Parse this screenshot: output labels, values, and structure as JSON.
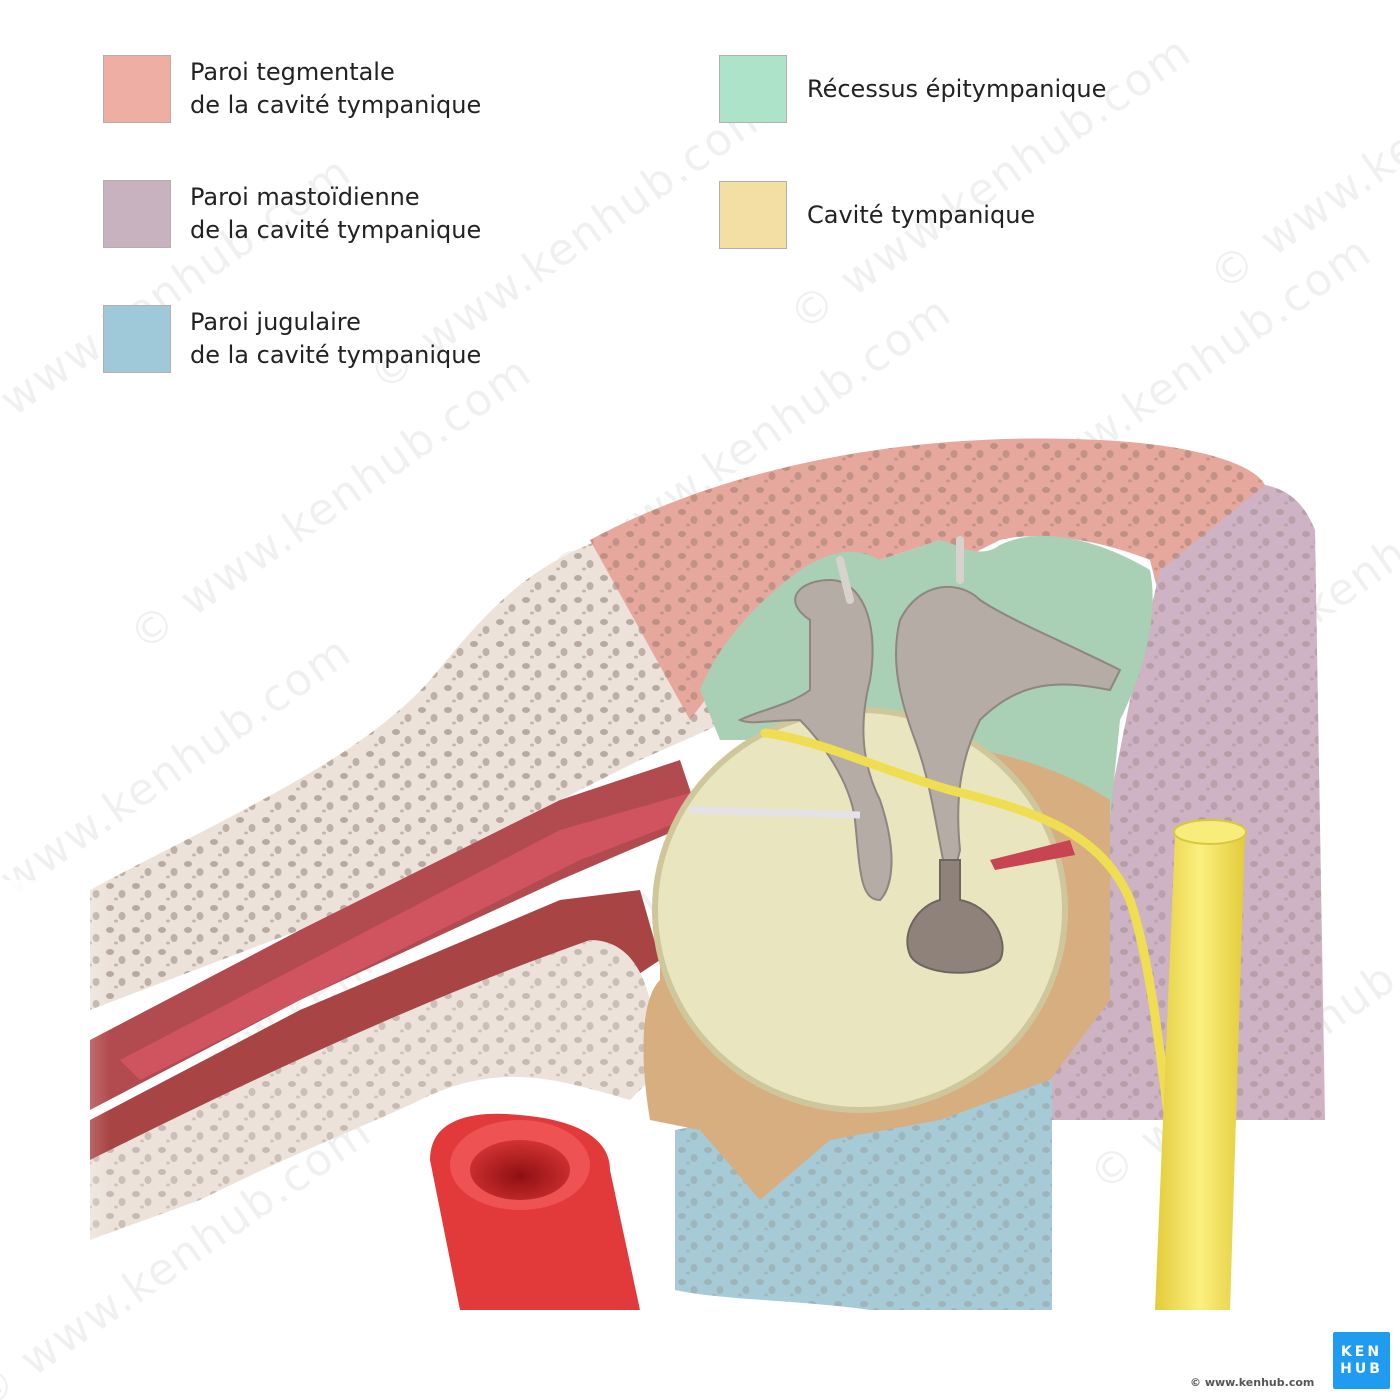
{
  "legend": {
    "items": [
      {
        "line1": "Paroi tegmentale",
        "line2": "de la cavité tympanique",
        "color": "#efaea3"
      },
      {
        "line1": "Paroi mastoïdienne",
        "line2": "de la cavité tympanique",
        "color": "#c9b2c0"
      },
      {
        "line1": "Paroi jugulaire",
        "line2": "de la cavité tympanique",
        "color": "#9fc8d8"
      },
      {
        "line1": "Récessus épitympanique",
        "line2": "",
        "color": "#ade3c8"
      },
      {
        "line1": "Cavité tympanique",
        "line2": "",
        "color": "#f3dfa3"
      }
    ]
  },
  "branding": {
    "logo_line1": "KEN",
    "logo_line2": "HUB",
    "copyright": "© www.kenhub.com",
    "watermark": "© www.kenhub.com",
    "logo_color": "#1f9bf0"
  },
  "illustration": {
    "subject": "tympanic-cavity-walls",
    "regions": {
      "tegmental_wall": "#e6a79c",
      "mastoid_wall": "#cdb3c3",
      "jugular_wall": "#a6cbd6",
      "epitympanic_recess": "#a9cfb5",
      "tympanic_membrane": "#e9e6bf",
      "bone": "#ece2da",
      "ossicles": "#b5aca5",
      "nerve": "#f0de52",
      "artery": "#e23a3a",
      "muscle": "#b5414b"
    }
  }
}
